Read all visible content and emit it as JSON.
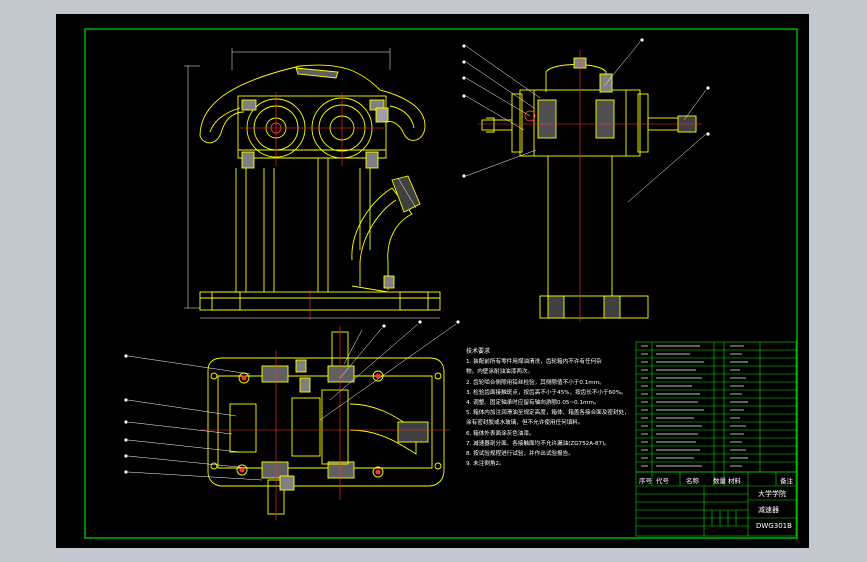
{
  "drawing": {
    "tech_requirements_title": "技术要求",
    "tech_requirements": [
      "1. 装配前所有零件用煤油清洗，齿轮箱内不许有任何杂",
      "   物。内壁涂耐油油漆两次。",
      "2. 齿轮啮合侧隙用铅丝检验，其侧隙值不小于0.1mm。",
      "3. 检验齿面接触斑点，按齿高不小于45%，按齿长不小于60%。",
      "4. 调整、固定轴承时应留有轴向游隙0.05~0.1mm。",
      "5. 箱体内加注润滑油至规定高度，箱体、箱盖各接合面及密封处，",
      "   涂有密封胶或水玻璃，但不允许使用任何填料。",
      "6. 箱体外表面涂灰色油漆。",
      "7. 减速器剖分面、各接触面均不允许漏油(ZG752A-87)。",
      "8. 按试验规程进行试验，并作出试验报告。",
      "9. 未注倒角2。"
    ],
    "title_block": {
      "institution": "大学学院",
      "drawing_name": "减速器",
      "drawing_number": "DWG301B",
      "header_labels": [
        "序号",
        "代号",
        "名称",
        "数量",
        "材料",
        "备注"
      ]
    }
  },
  "colors": {
    "background": "#000000",
    "frame": "#00ff00",
    "geometry": "#ffff00",
    "centerline": "#ff0000",
    "leader": "#ffffff",
    "text": "#ffffff"
  }
}
